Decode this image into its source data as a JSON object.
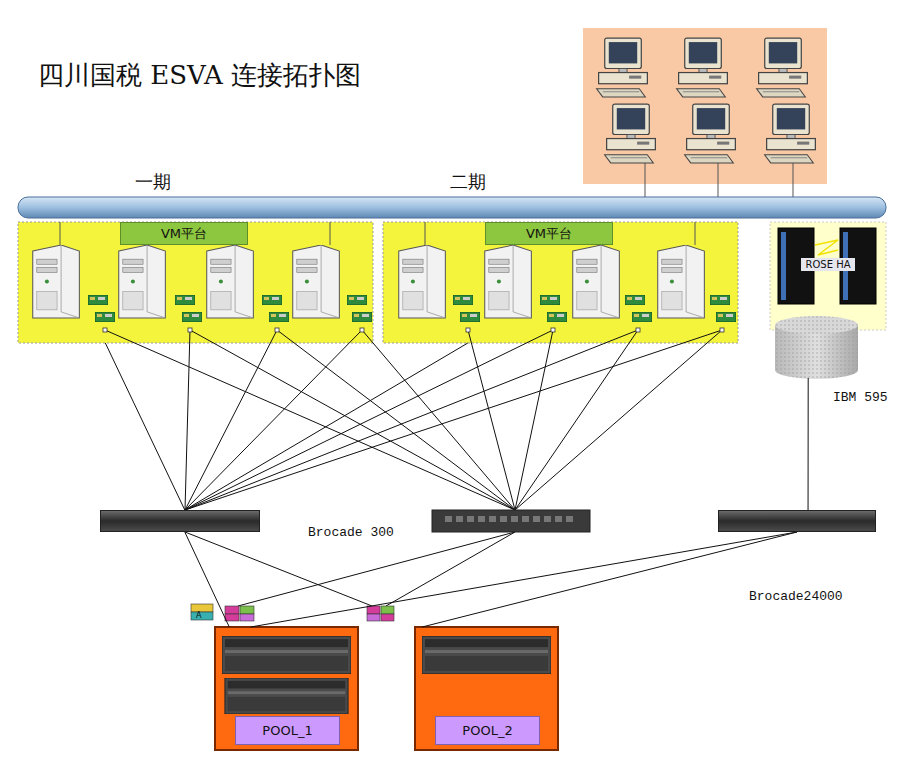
{
  "diagram": {
    "title": "四川国税 ESVA 连接拓扑图",
    "nodes": [
      {
        "text": [
          "一期"
        ]
      },
      {
        "text": [
          "VM平台"
        ],
        "in": 0
      },
      {
        "text": [
          "二期"
        ]
      },
      {
        "text": [
          "VM平台"
        ],
        "in": 2
      },
      {
        "text": [
          "ROSE HA"
        ]
      },
      {
        "text": [
          "IBM 595"
        ]
      },
      {
        "text": [
          "Brocade 300"
        ]
      },
      {
        "text": [
          "Brocade24000"
        ]
      },
      {
        "text": [
          "POOL_1"
        ]
      },
      {
        "text": [
          "POOL_2"
        ]
      }
    ],
    "edges": [
      {
        "from": 0,
        "to": 6,
        "arrow": "none"
      },
      {
        "from": 2,
        "to": 6,
        "arrow": "none"
      },
      {
        "from": 5,
        "to": 7,
        "arrow": "none"
      },
      {
        "from": 6,
        "to": 8,
        "arrow": "none"
      },
      {
        "from": 7,
        "to": 8,
        "arrow": "none"
      },
      {
        "from": 7,
        "to": 9,
        "arrow": "none"
      }
    ],
    "labels": [
      "A"
    ]
  }
}
